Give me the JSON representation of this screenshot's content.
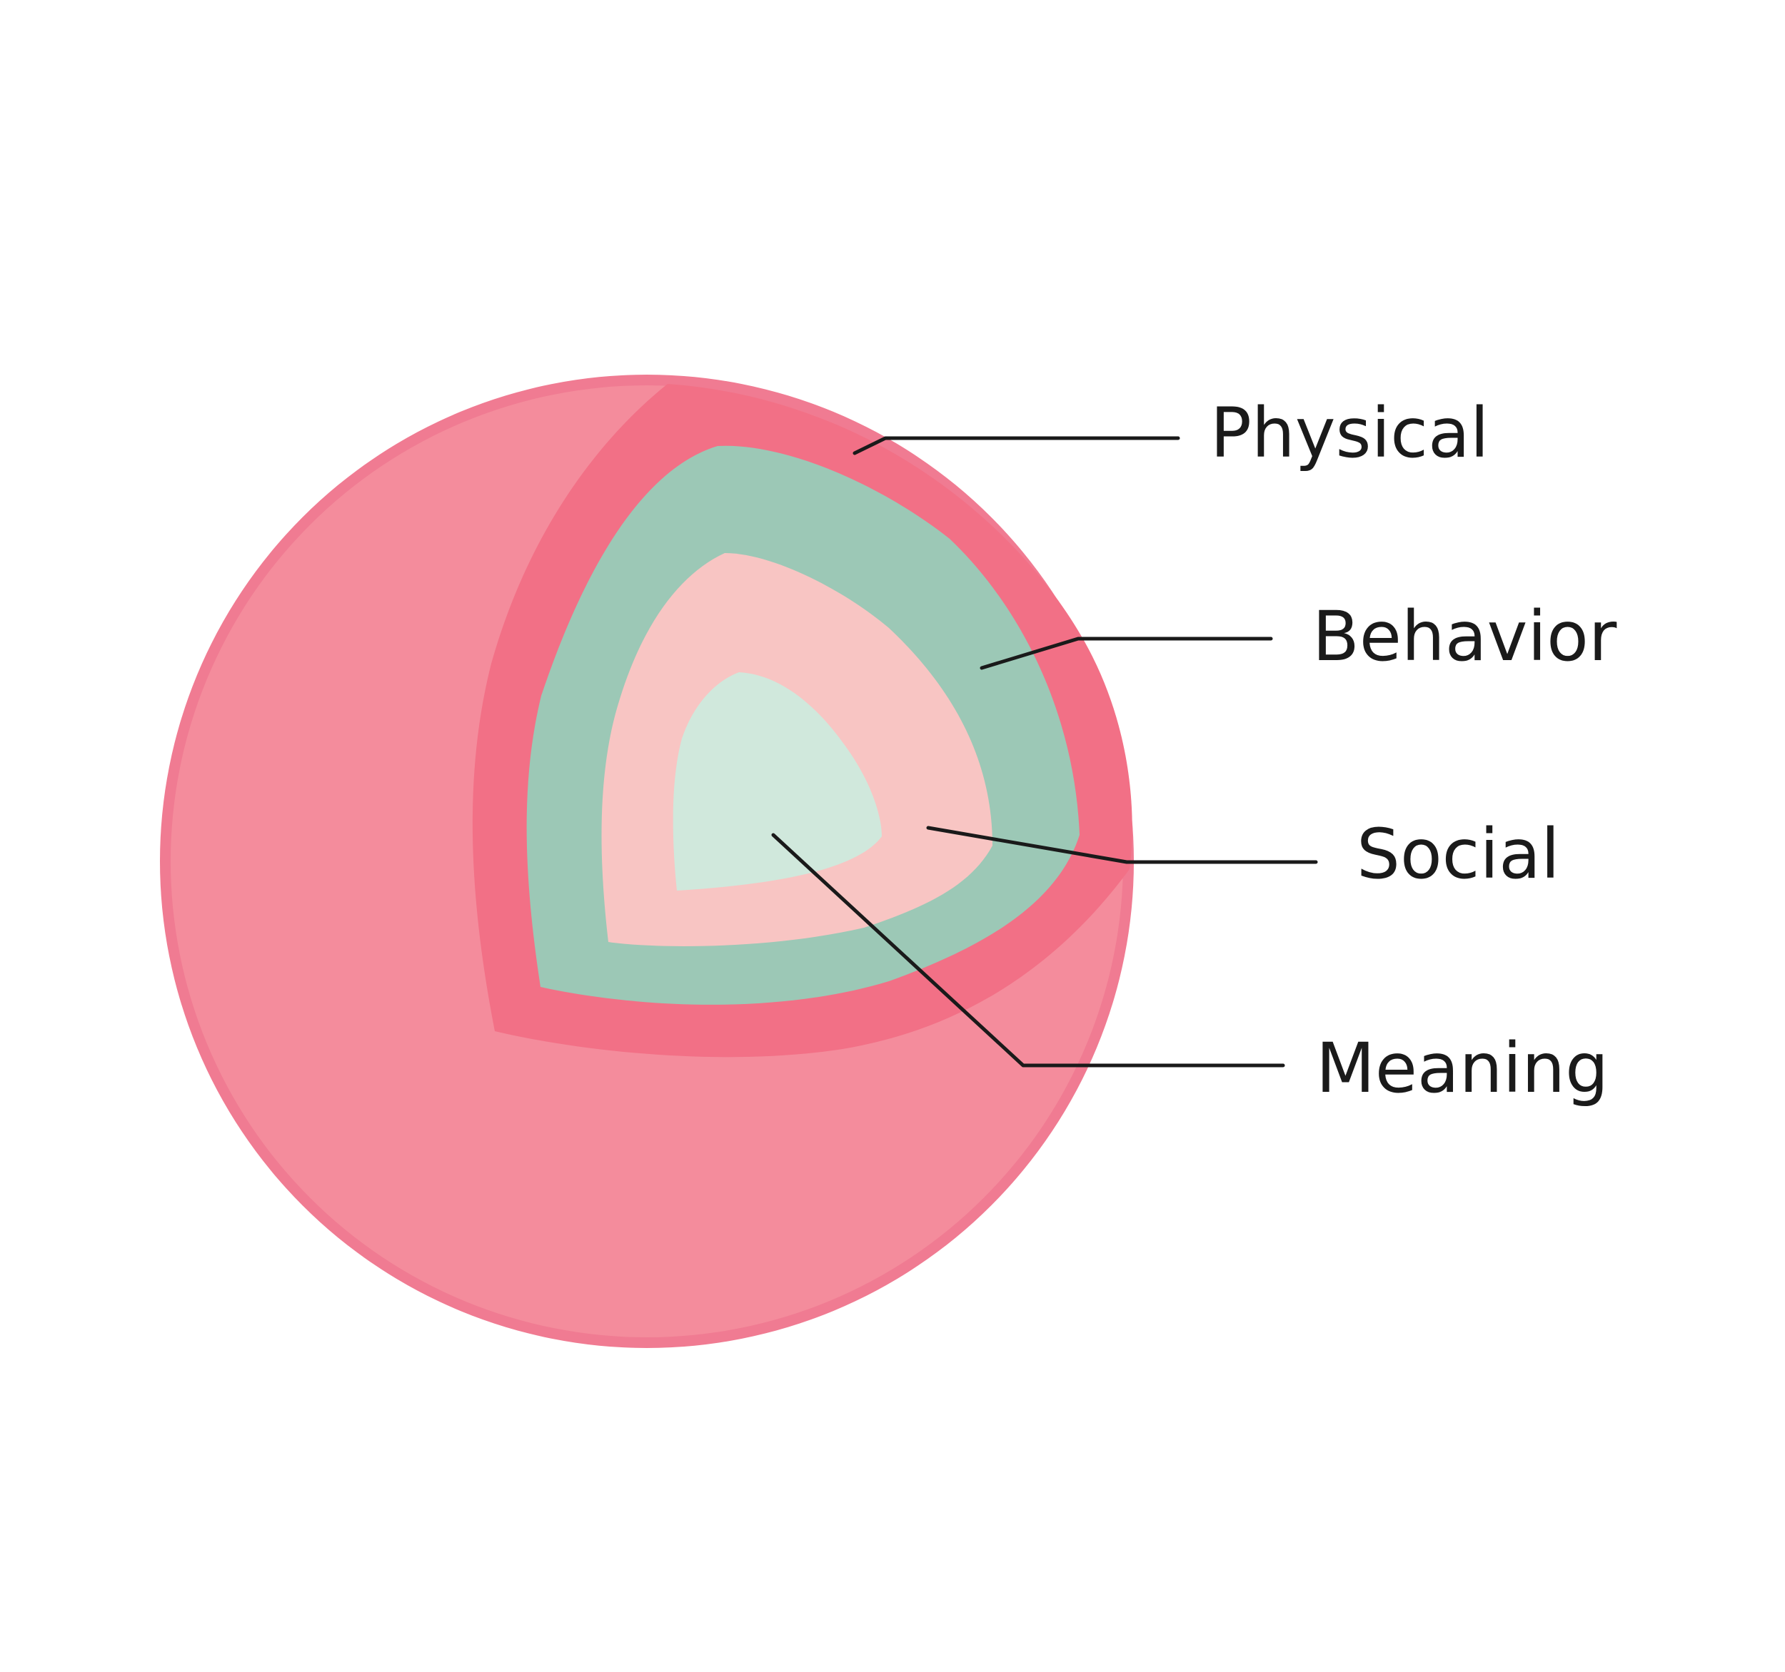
{
  "colors": {
    "sphere_rim": "#F07B92",
    "sphere_outer": "#F48C9C",
    "physical_band": "#F27086",
    "behavior_layer": "#9CC8B6",
    "social_layer": "#F8C5C3",
    "meaning_core": "#D0E8DC",
    "leader_line": "#1a1a1a",
    "label_text": "#1a1a1a"
  },
  "layers": [
    {
      "key": "physical",
      "label": "Physical"
    },
    {
      "key": "behavior",
      "label": "Behavior"
    },
    {
      "key": "social",
      "label": "Social"
    },
    {
      "key": "meaning",
      "label": "Meaning"
    }
  ]
}
